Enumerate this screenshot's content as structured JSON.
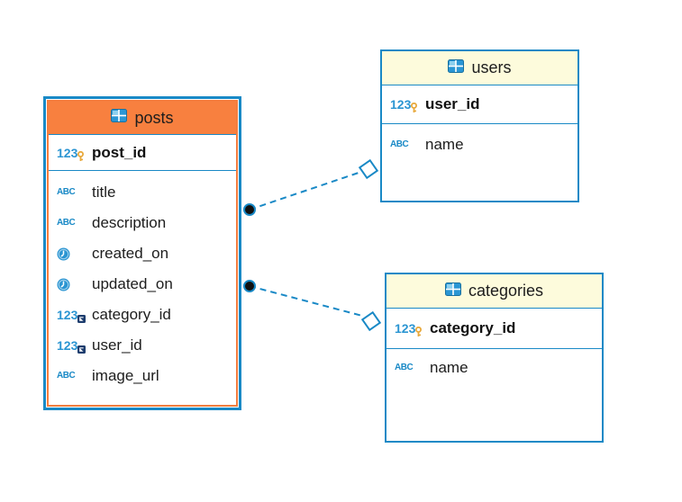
{
  "diagram": {
    "type": "entity-relationship-diagram",
    "colors": {
      "accent_blue": "#1989C6",
      "posts_header_orange": "#F8803F",
      "header_cream": "#FDFBDC",
      "pk_key_gold": "#E8A93C",
      "fk_badge_navy": "#1D3D6E"
    },
    "entities": {
      "posts": {
        "title": "posts",
        "selected": true,
        "primary_key": {
          "name": "post_id",
          "type": "number"
        },
        "columns": [
          {
            "name": "title",
            "type": "text"
          },
          {
            "name": "description",
            "type": "text"
          },
          {
            "name": "created_on",
            "type": "datetime"
          },
          {
            "name": "updated_on",
            "type": "datetime"
          },
          {
            "name": "category_id",
            "type": "number",
            "key": "foreign"
          },
          {
            "name": "user_id",
            "type": "number",
            "key": "foreign"
          },
          {
            "name": "image_url",
            "type": "text"
          }
        ]
      },
      "users": {
        "title": "users",
        "selected": false,
        "primary_key": {
          "name": "user_id",
          "type": "number"
        },
        "columns": [
          {
            "name": "name",
            "type": "text"
          }
        ]
      },
      "categories": {
        "title": "categories",
        "selected": false,
        "primary_key": {
          "name": "category_id",
          "type": "number"
        },
        "columns": [
          {
            "name": "name",
            "type": "text"
          }
        ]
      }
    },
    "relations": [
      {
        "from": "posts",
        "to": "users",
        "line_style": "dashed",
        "from_marker": "filled-dot",
        "to_marker": "open-diamond"
      },
      {
        "from": "posts",
        "to": "categories",
        "line_style": "dashed",
        "from_marker": "filled-dot",
        "to_marker": "open-diamond"
      }
    ]
  }
}
